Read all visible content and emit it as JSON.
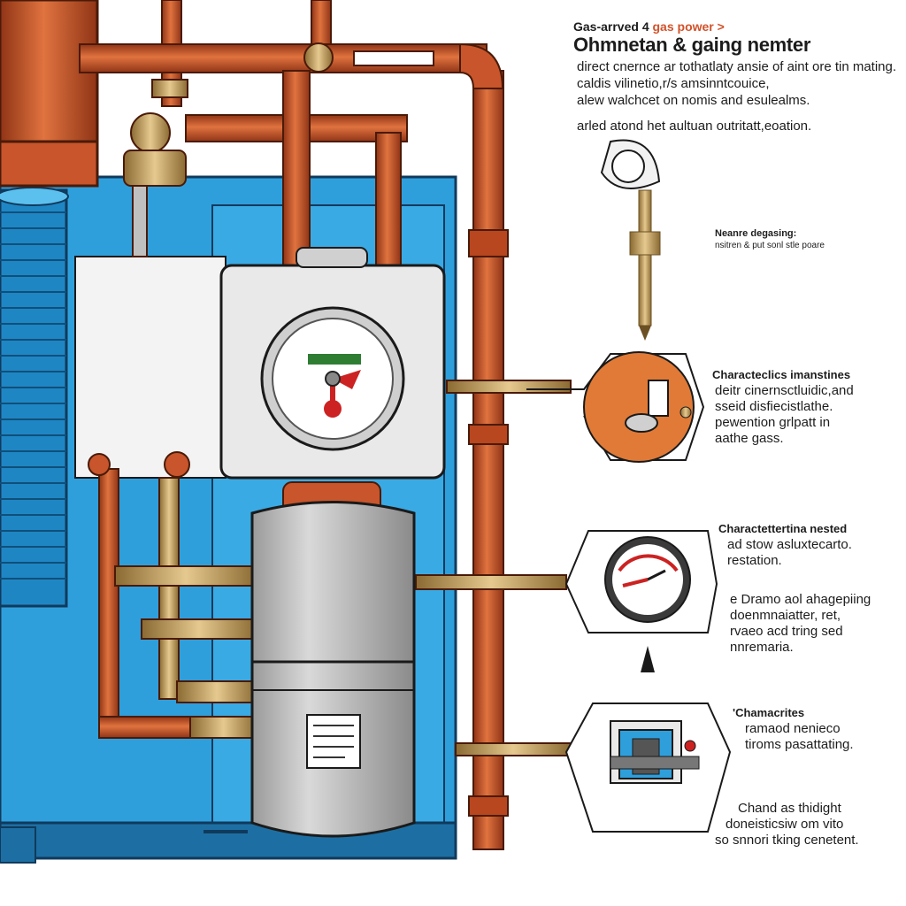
{
  "title_block": {
    "kicker_prefix": "Gas-arrved 4",
    "kicker_suffix": "gas power >",
    "title": "Ohmnetan & gaing nemter",
    "desc_lines": [
      "direct cnernce ar tothatlaty ansie of aint ore tin mating.",
      "caldis vilinetio,r/s amsinntcouice,",
      "alew walchcet on nomis and esulealms."
    ],
    "note": "arled atond het aultuan outritatt,eoation."
  },
  "side_note": [
    "Neanre degasing:",
    "nsitren & put sonl stle poare"
  ],
  "callouts": [
    {
      "heading": "Characteclics imanstines",
      "lines": [
        "deitr cinernsctluidic,and",
        "sseid disfiecistlathe.",
        "pewention grlpatt in",
        "aathe gass."
      ]
    },
    {
      "heading": "Charactettertina nested",
      "lines": [
        "ad stow asluxtecarto.",
        "restation."
      ]
    },
    {
      "heading": "",
      "lines": [
        "e Dramo aol ahagepiing",
        "doenmnaiatter, ret,",
        "rvaeo acd tring sed",
        "nnremaria."
      ]
    },
    {
      "heading": "'Chamacrites",
      "lines": [
        "ramaod nenieco",
        "tiroms pasattating."
      ]
    },
    {
      "heading": "",
      "lines": [
        "Chand as thidight",
        "doneisticsiw om vito",
        "so snnori tking cenetent."
      ]
    }
  ],
  "gauge_label": "",
  "colors": {
    "copper": "#c8552b",
    "copper_dark": "#8f3416",
    "cabinet_blue": "#2f9fdc",
    "cabinet_blue_dark": "#1d6fa3",
    "orange_callout": "#e07a36",
    "brass": "#c9a567"
  }
}
